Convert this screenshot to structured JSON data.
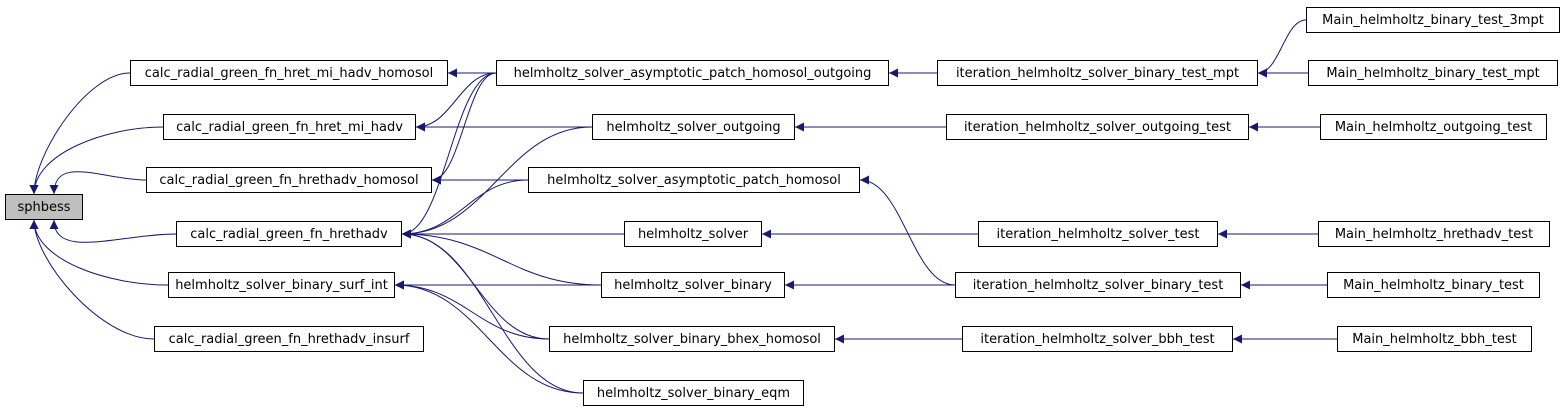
{
  "graph": {
    "colors": {
      "edge": "#191970",
      "node_border": "#000000",
      "root_fill": "#bfbfbf",
      "node_fill": "#ffffff"
    },
    "nodes": {
      "sphbess": "sphbess",
      "hret_homosol": "calc_radial_green_fn_hret_mi_hadv_homosol",
      "hret": "calc_radial_green_fn_hret_mi_hadv",
      "hrethadv_homosol": "calc_radial_green_fn_hrethadv_homosol",
      "hrethadv": "calc_radial_green_fn_hrethadv",
      "surf_int": "helmholtz_solver_binary_surf_int",
      "insurf": "calc_radial_green_fn_hrethadv_insurf",
      "asym_outgoing": "helmholtz_solver_asymptotic_patch_homosol_outgoing",
      "outgoing": "helmholtz_solver_outgoing",
      "asym_homosol": "helmholtz_solver_asymptotic_patch_homosol",
      "solver": "helmholtz_solver",
      "binary": "helmholtz_solver_binary",
      "bhex": "helmholtz_solver_binary_bhex_homosol",
      "eqm": "helmholtz_solver_binary_eqm",
      "it_mpt": "iteration_helmholtz_solver_binary_test_mpt",
      "it_outgoing": "iteration_helmholtz_solver_outgoing_test",
      "it_test": "iteration_helmholtz_solver_test",
      "it_binary": "iteration_helmholtz_solver_binary_test",
      "it_bbh": "iteration_helmholtz_solver_bbh_test",
      "m_3mpt": "Main_helmholtz_binary_test_3mpt",
      "m_mpt": "Main_helmholtz_binary_test_mpt",
      "m_outgoing": "Main_helmholtz_outgoing_test",
      "m_hrethadv": "Main_helmholtz_hrethadv_test",
      "m_binary": "Main_helmholtz_binary_test",
      "m_bbh": "Main_helmholtz_bbh_test"
    },
    "edges": [
      [
        "hret_homosol",
        "sphbess"
      ],
      [
        "hret",
        "sphbess"
      ],
      [
        "hrethadv_homosol",
        "sphbess"
      ],
      [
        "hrethadv",
        "sphbess"
      ],
      [
        "surf_int",
        "sphbess"
      ],
      [
        "insurf",
        "sphbess"
      ],
      [
        "asym_outgoing",
        "hret_homosol"
      ],
      [
        "asym_outgoing",
        "hret"
      ],
      [
        "asym_outgoing",
        "hrethadv_homosol"
      ],
      [
        "asym_outgoing",
        "hrethadv"
      ],
      [
        "outgoing",
        "hret"
      ],
      [
        "outgoing",
        "hrethadv"
      ],
      [
        "asym_homosol",
        "hrethadv_homosol"
      ],
      [
        "asym_homosol",
        "hrethadv"
      ],
      [
        "solver",
        "hrethadv"
      ],
      [
        "binary",
        "hrethadv"
      ],
      [
        "binary",
        "surf_int"
      ],
      [
        "bhex",
        "hrethadv"
      ],
      [
        "bhex",
        "surf_int"
      ],
      [
        "eqm",
        "hrethadv"
      ],
      [
        "eqm",
        "surf_int"
      ],
      [
        "it_mpt",
        "asym_outgoing"
      ],
      [
        "it_outgoing",
        "outgoing"
      ],
      [
        "it_binary",
        "asym_homosol"
      ],
      [
        "it_test",
        "solver"
      ],
      [
        "it_binary",
        "binary"
      ],
      [
        "it_bbh",
        "bhex"
      ],
      [
        "m_3mpt",
        "it_mpt"
      ],
      [
        "m_mpt",
        "it_mpt"
      ],
      [
        "m_outgoing",
        "it_outgoing"
      ],
      [
        "m_hrethadv",
        "it_test"
      ],
      [
        "m_binary",
        "it_binary"
      ],
      [
        "m_bbh",
        "it_bbh"
      ]
    ]
  }
}
